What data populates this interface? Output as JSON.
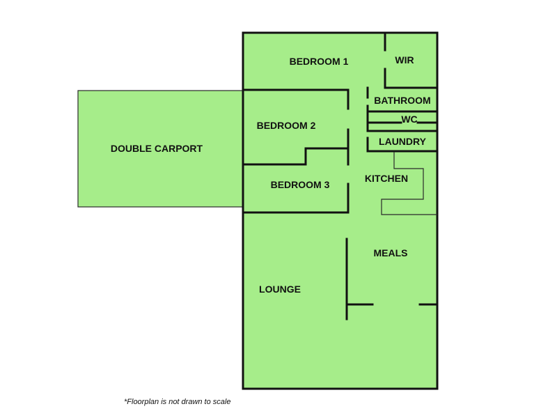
{
  "colors": {
    "floor_fill": "#a6ed8a",
    "wall_color": "#111111",
    "thin_line_color": "#2a2a2a"
  },
  "rooms": {
    "bedroom1": "BEDROOM 1",
    "wir": "WIR",
    "bathroom": "BATHROOM",
    "wc": "WC",
    "laundry": "LAUNDRY",
    "bedroom2": "BEDROOM 2",
    "bedroom3": "BEDROOM 3",
    "kitchen": "KITCHEN",
    "meals": "MEALS",
    "lounge": "LOUNGE",
    "double_carport": "DOUBLE CARPORT"
  },
  "note": "*Floorplan is not drawn to scale"
}
